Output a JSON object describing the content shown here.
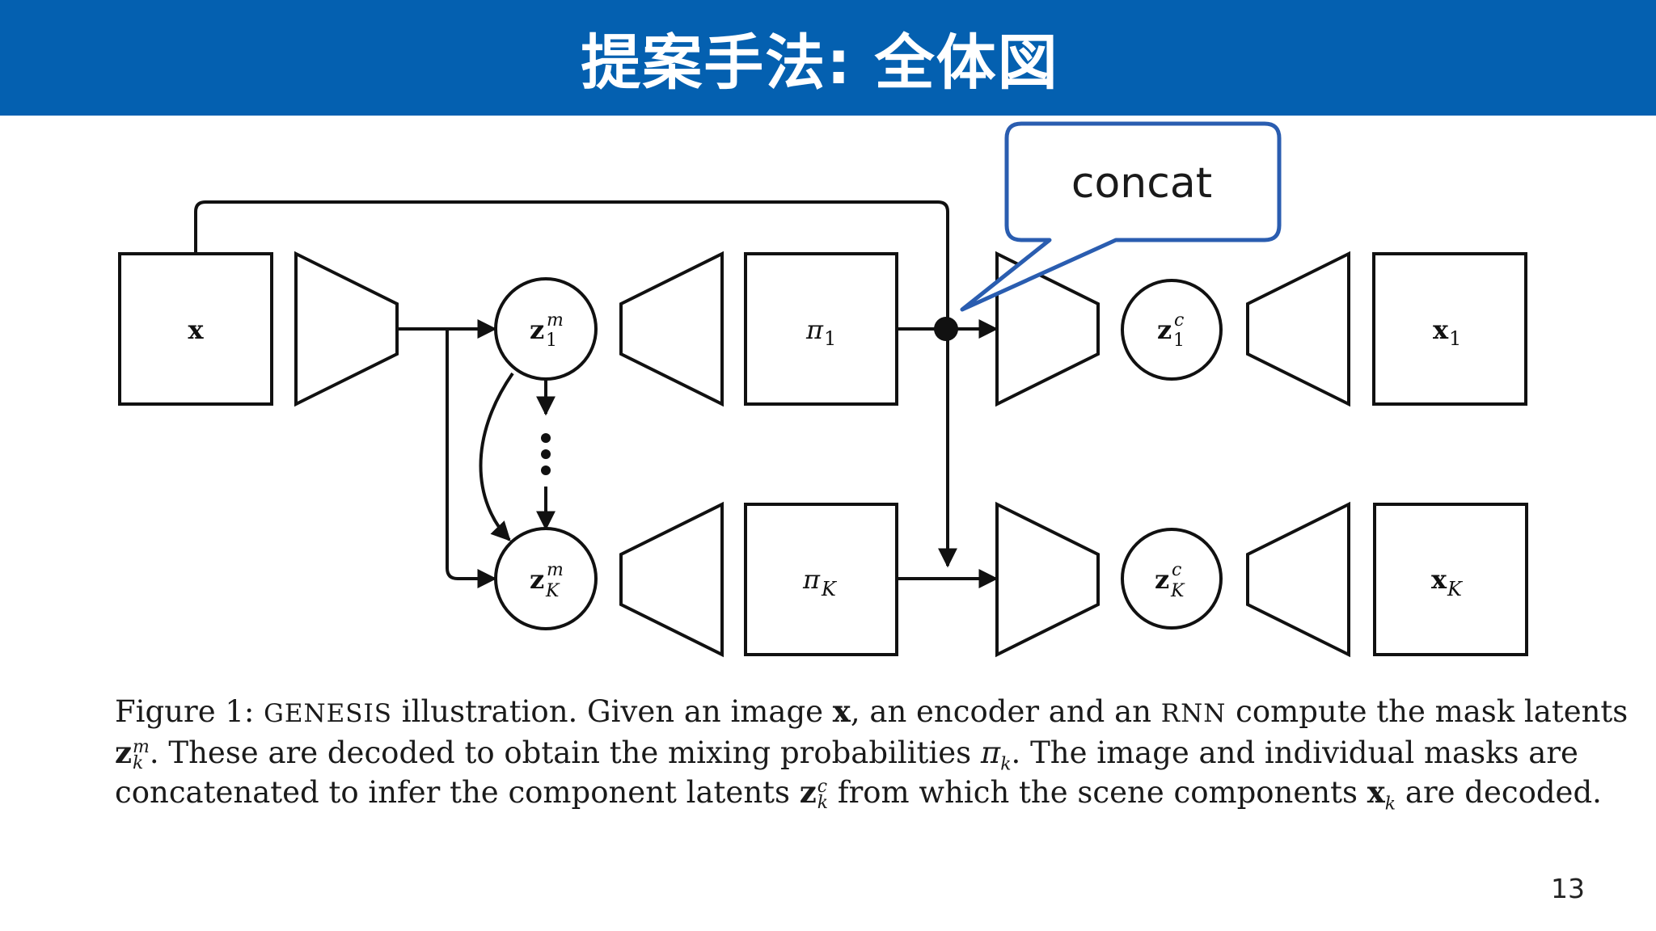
{
  "slide": {
    "title": "提案手法: 全体図",
    "page_number": "13",
    "header_color": "#0460b0"
  },
  "callout": {
    "text": "concat",
    "border_color": "#2a5db0"
  },
  "diagram": {
    "x": "x",
    "z1m_base": "z",
    "z1m_sup": "m",
    "z1m_sub": "1",
    "zKm_base": "z",
    "zKm_sup": "m",
    "zKm_sub": "K",
    "pi1_base": "π",
    "pi1_sub": "1",
    "piK_base": "π",
    "piK_sub": "K",
    "z1c_base": "z",
    "z1c_sup": "c",
    "z1c_sub": "1",
    "zKc_base": "z",
    "zKc_sup": "c",
    "zKc_sub": "K",
    "x1_base": "x",
    "x1_sub": "1",
    "xK_base": "x",
    "xK_sub": "K"
  },
  "caption": {
    "l1_a": "Figure 1: ",
    "l1_genesis": "GENESIS",
    "l1_b": " illustration. Given an image ",
    "l1_x": "x",
    "l1_c": ", an encoder and an ",
    "l1_rnn": "RNN",
    "l1_d": " compute the mask latents",
    "l2_z": "z",
    "l2_sup": "m",
    "l2_sub": "k",
    "l2_a": ". These are decoded to obtain the mixing probabilities ",
    "l2_pi": "π",
    "l2_pisub": "k",
    "l2_b": ". The image and individual masks are",
    "l3_a": "concatenated to infer the component latents ",
    "l3_z": "z",
    "l3_sup": "c",
    "l3_sub": "k",
    "l3_b": " from which the scene components ",
    "l3_x": "x",
    "l3_xsub": "k",
    "l3_c": " are decoded."
  }
}
